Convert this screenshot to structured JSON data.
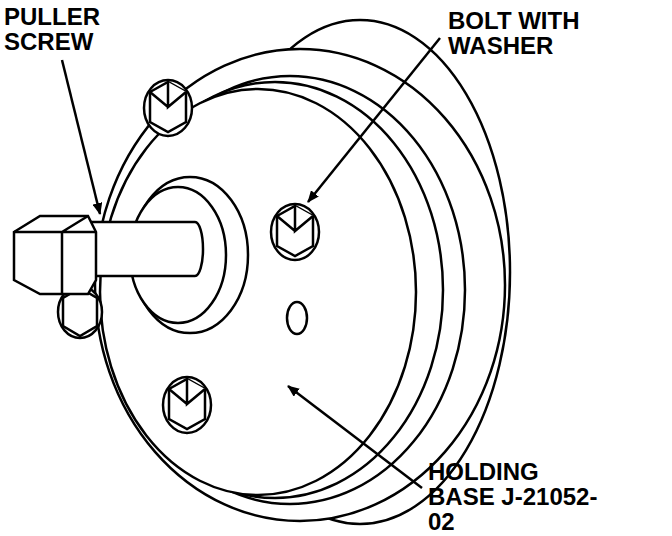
{
  "diagram": {
    "labels": [
      "PULLER SCREW",
      "BOLT WITH WASHER",
      "HOLDING BASE J-21052-02"
    ]
  }
}
